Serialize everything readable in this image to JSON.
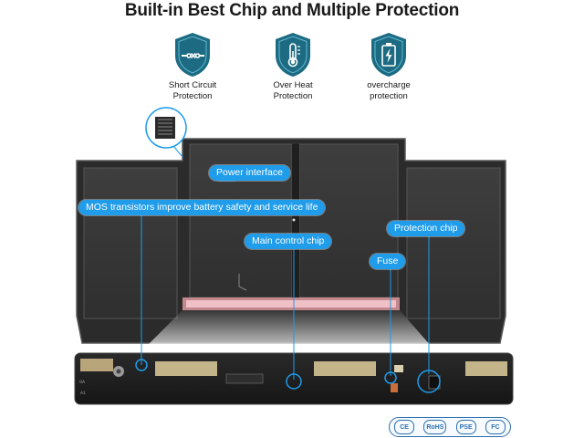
{
  "title": "Built-in Best Chip and Multiple Protection",
  "features": [
    {
      "icon": "short-circuit-icon",
      "line1": "Short Circuit",
      "line2": "Protection"
    },
    {
      "icon": "thermometer-icon",
      "line1": "Over Heat",
      "line2": "Protection"
    },
    {
      "icon": "battery-charge-icon",
      "line1": "overcharge",
      "line2": "protection"
    }
  ],
  "callouts": {
    "power_interface": "Power interface",
    "mos": "MOS transistors improve battery safety and service life",
    "main_chip": "Main control chip",
    "protection_chip": "Protection chip",
    "fuse": "Fuse"
  },
  "certifications": [
    "CE",
    "RoHS",
    "PSE",
    "FC"
  ],
  "colors": {
    "accent": "#1f9cea",
    "shield": "#1d6b83",
    "battery_frame": "#2b2b2b",
    "cell": "#3a3a3a",
    "pcb": "#1c1c1c"
  }
}
